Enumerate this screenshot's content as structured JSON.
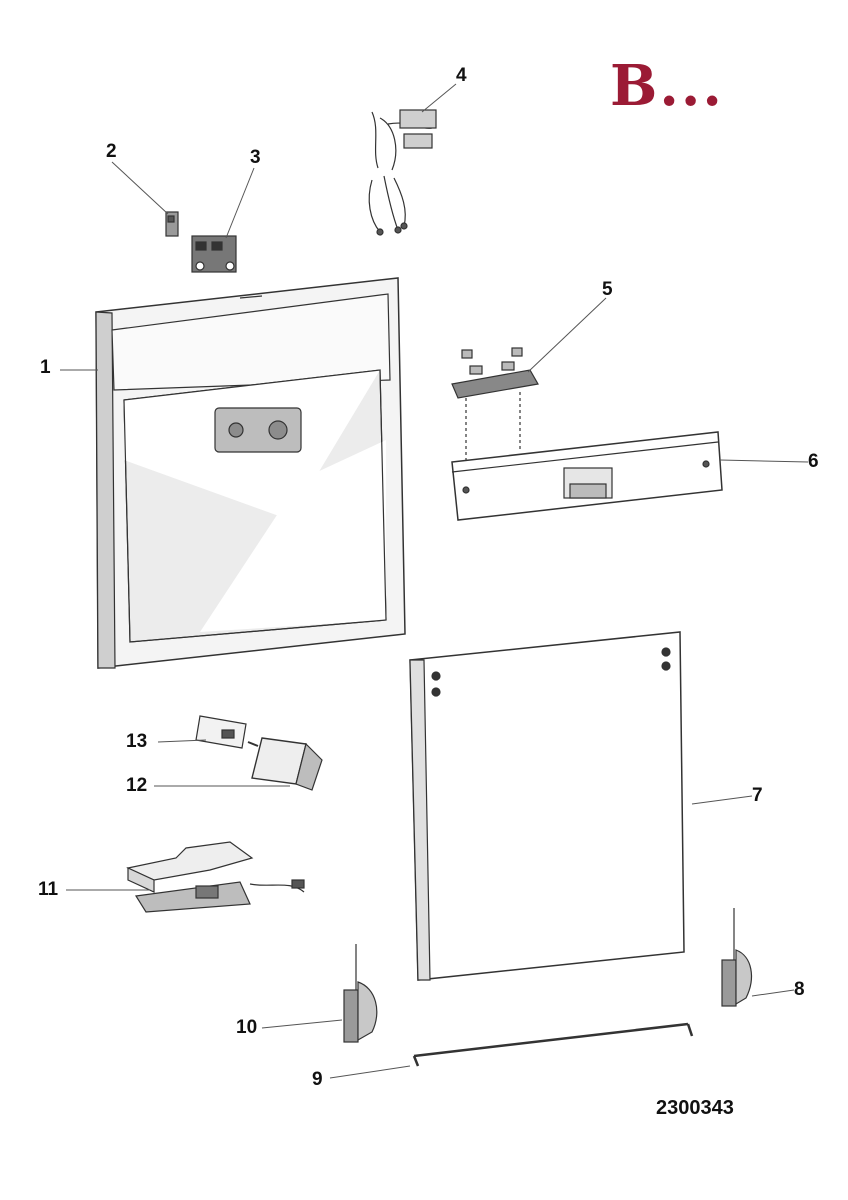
{
  "section_mark": "B...",
  "drawing_number": "2300343",
  "callouts": [
    {
      "id": "1",
      "label": "1"
    },
    {
      "id": "2",
      "label": "2"
    },
    {
      "id": "3",
      "label": "3"
    },
    {
      "id": "4",
      "label": "4"
    },
    {
      "id": "5",
      "label": "5"
    },
    {
      "id": "6",
      "label": "6"
    },
    {
      "id": "7",
      "label": "7"
    },
    {
      "id": "8",
      "label": "8"
    },
    {
      "id": "9",
      "label": "9"
    },
    {
      "id": "10",
      "label": "10"
    },
    {
      "id": "11",
      "label": "11"
    },
    {
      "id": "12",
      "label": "12"
    },
    {
      "id": "13",
      "label": "13"
    }
  ],
  "colors": {
    "section_mark": "#9b1b35",
    "line": "#333333",
    "panel_fill": "#ffffff",
    "shade": "#d9d9d9"
  }
}
